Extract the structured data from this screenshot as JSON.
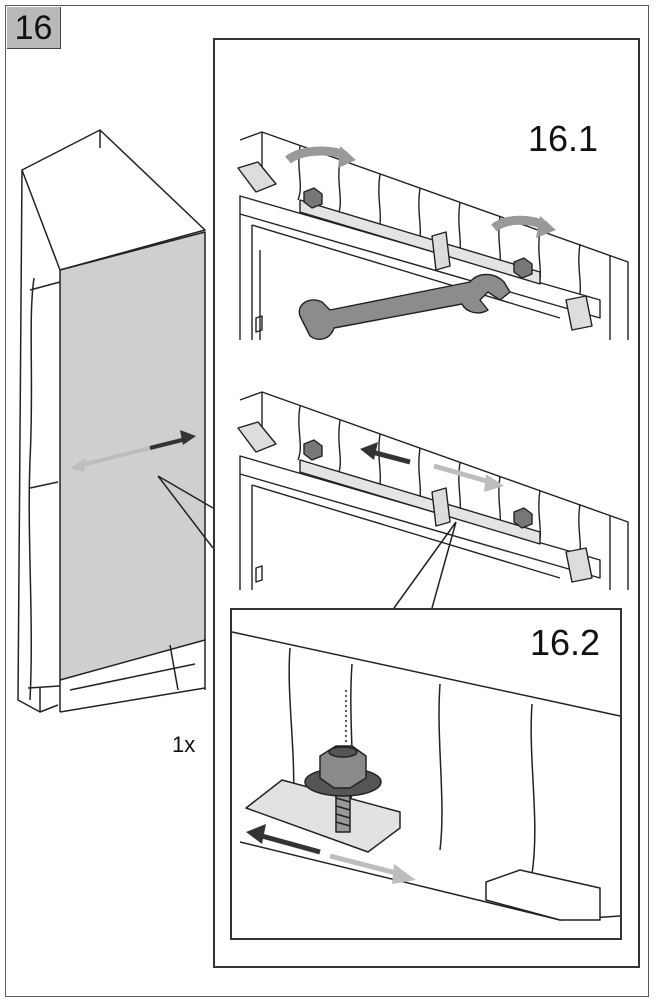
{
  "step": {
    "number": "16"
  },
  "substeps": {
    "step_1": "16.1",
    "step_2": "16.2"
  },
  "quantity": "1x",
  "icons": {
    "tool": "wrench-icon",
    "fastener": "hex-nut-icon"
  },
  "colors": {
    "line": "#222222",
    "panel_fill": "#cfcfcf",
    "frame_grey": "#b9b9b9",
    "arrow_dark": "#333333",
    "arrow_light": "#bdbdbd"
  }
}
